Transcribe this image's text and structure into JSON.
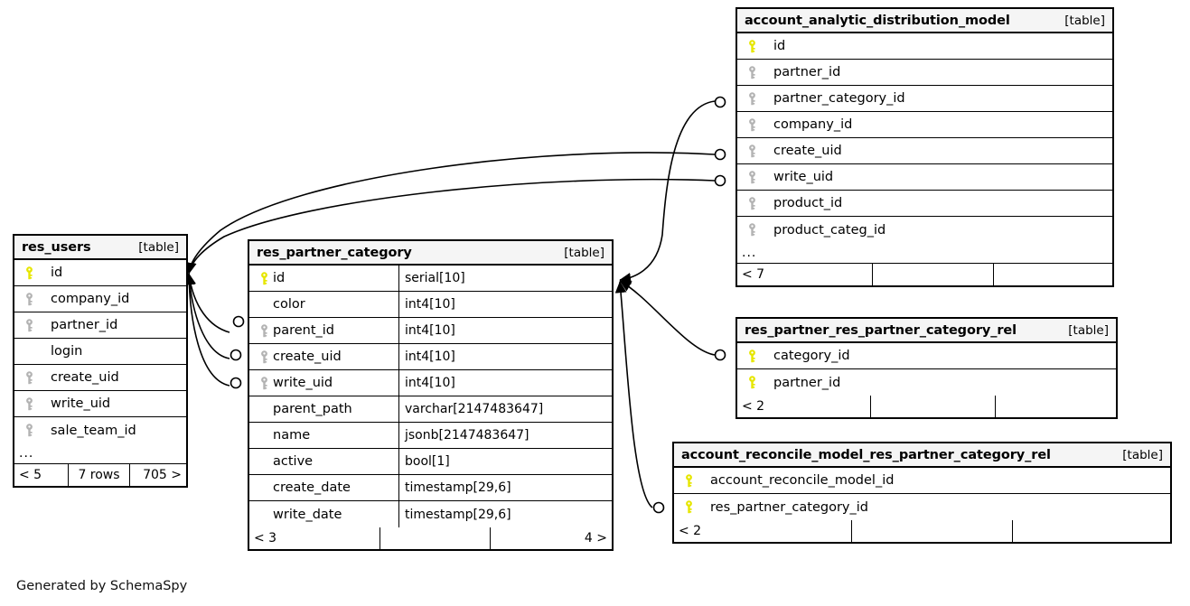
{
  "diagram": {
    "credit": "Generated by SchemaSpy",
    "table_tag": "[table]",
    "ellipsis": "...",
    "colors": {
      "pk_key": "#e6e600",
      "fk_key": "#b3b3b3",
      "header_bg": "#f5f5f5",
      "border": "#000000",
      "background": "#ffffff",
      "edge": "#000000"
    }
  },
  "tables": {
    "res_users": {
      "title": "res_users",
      "tag": "[table]",
      "columns": [
        {
          "key": "pk",
          "name": "id",
          "type": ""
        },
        {
          "key": "fk",
          "name": "company_id",
          "type": ""
        },
        {
          "key": "fk",
          "name": "partner_id",
          "type": ""
        },
        {
          "key": "none",
          "name": "login",
          "type": ""
        },
        {
          "key": "fk",
          "name": "create_uid",
          "type": ""
        },
        {
          "key": "fk",
          "name": "write_uid",
          "type": ""
        },
        {
          "key": "fk",
          "name": "sale_team_id",
          "type": ""
        }
      ],
      "has_ellipsis": true,
      "footer": [
        "< 5",
        "7 rows",
        "705 >"
      ]
    },
    "res_partner_category": {
      "title": "res_partner_category",
      "tag": "[table]",
      "columns": [
        {
          "key": "pk",
          "name": "id",
          "type": "serial[10]"
        },
        {
          "key": "none",
          "name": "color",
          "type": "int4[10]"
        },
        {
          "key": "fk",
          "name": "parent_id",
          "type": "int4[10]"
        },
        {
          "key": "fk",
          "name": "create_uid",
          "type": "int4[10]"
        },
        {
          "key": "fk",
          "name": "write_uid",
          "type": "int4[10]"
        },
        {
          "key": "none",
          "name": "parent_path",
          "type": "varchar[2147483647]"
        },
        {
          "key": "none",
          "name": "name",
          "type": "jsonb[2147483647]"
        },
        {
          "key": "none",
          "name": "active",
          "type": "bool[1]"
        },
        {
          "key": "none",
          "name": "create_date",
          "type": "timestamp[29,6]"
        },
        {
          "key": "none",
          "name": "write_date",
          "type": "timestamp[29,6]"
        }
      ],
      "has_ellipsis": false,
      "footer": [
        "< 3",
        "",
        "4 >"
      ]
    },
    "account_analytic_distribution_model": {
      "title": "account_analytic_distribution_model",
      "tag": "[table]",
      "columns": [
        {
          "key": "pk",
          "name": "id",
          "type": ""
        },
        {
          "key": "fk",
          "name": "partner_id",
          "type": ""
        },
        {
          "key": "fk",
          "name": "partner_category_id",
          "type": ""
        },
        {
          "key": "fk",
          "name": "company_id",
          "type": ""
        },
        {
          "key": "fk",
          "name": "create_uid",
          "type": ""
        },
        {
          "key": "fk",
          "name": "write_uid",
          "type": ""
        },
        {
          "key": "fk",
          "name": "product_id",
          "type": ""
        },
        {
          "key": "fk",
          "name": "product_categ_id",
          "type": ""
        }
      ],
      "has_ellipsis": true,
      "footer": [
        "< 7",
        "",
        ""
      ]
    },
    "res_partner_res_partner_category_rel": {
      "title": "res_partner_res_partner_category_rel",
      "tag": "[table]",
      "columns": [
        {
          "key": "pk",
          "name": "category_id",
          "type": ""
        },
        {
          "key": "pk",
          "name": "partner_id",
          "type": ""
        }
      ],
      "has_ellipsis": false,
      "footer": [
        "< 2",
        "",
        ""
      ]
    },
    "account_reconcile_model_res_partner_category_rel": {
      "title": "account_reconcile_model_res_partner_category_rel",
      "tag": "[table]",
      "columns": [
        {
          "key": "pk",
          "name": "account_reconcile_model_id",
          "type": ""
        },
        {
          "key": "pk",
          "name": "res_partner_category_id",
          "type": ""
        }
      ],
      "has_ellipsis": false,
      "footer": [
        "< 2",
        "",
        ""
      ]
    }
  },
  "relationships": [
    {
      "from": "res_partner_category.parent_id",
      "to": "res_users.id"
    },
    {
      "from": "res_partner_category.create_uid",
      "to": "res_users.id"
    },
    {
      "from": "res_partner_category.write_uid",
      "to": "res_users.id"
    },
    {
      "from": "account_analytic_distribution_model.create_uid",
      "to": "res_users.id"
    },
    {
      "from": "account_analytic_distribution_model.write_uid",
      "to": "res_users.id"
    },
    {
      "from": "account_analytic_distribution_model.partner_category_id",
      "to": "res_partner_category.id"
    },
    {
      "from": "res_partner_res_partner_category_rel.category_id",
      "to": "res_partner_category.id"
    },
    {
      "from": "account_reconcile_model_res_partner_category_rel.res_partner_category_id",
      "to": "res_partner_category.id"
    }
  ]
}
